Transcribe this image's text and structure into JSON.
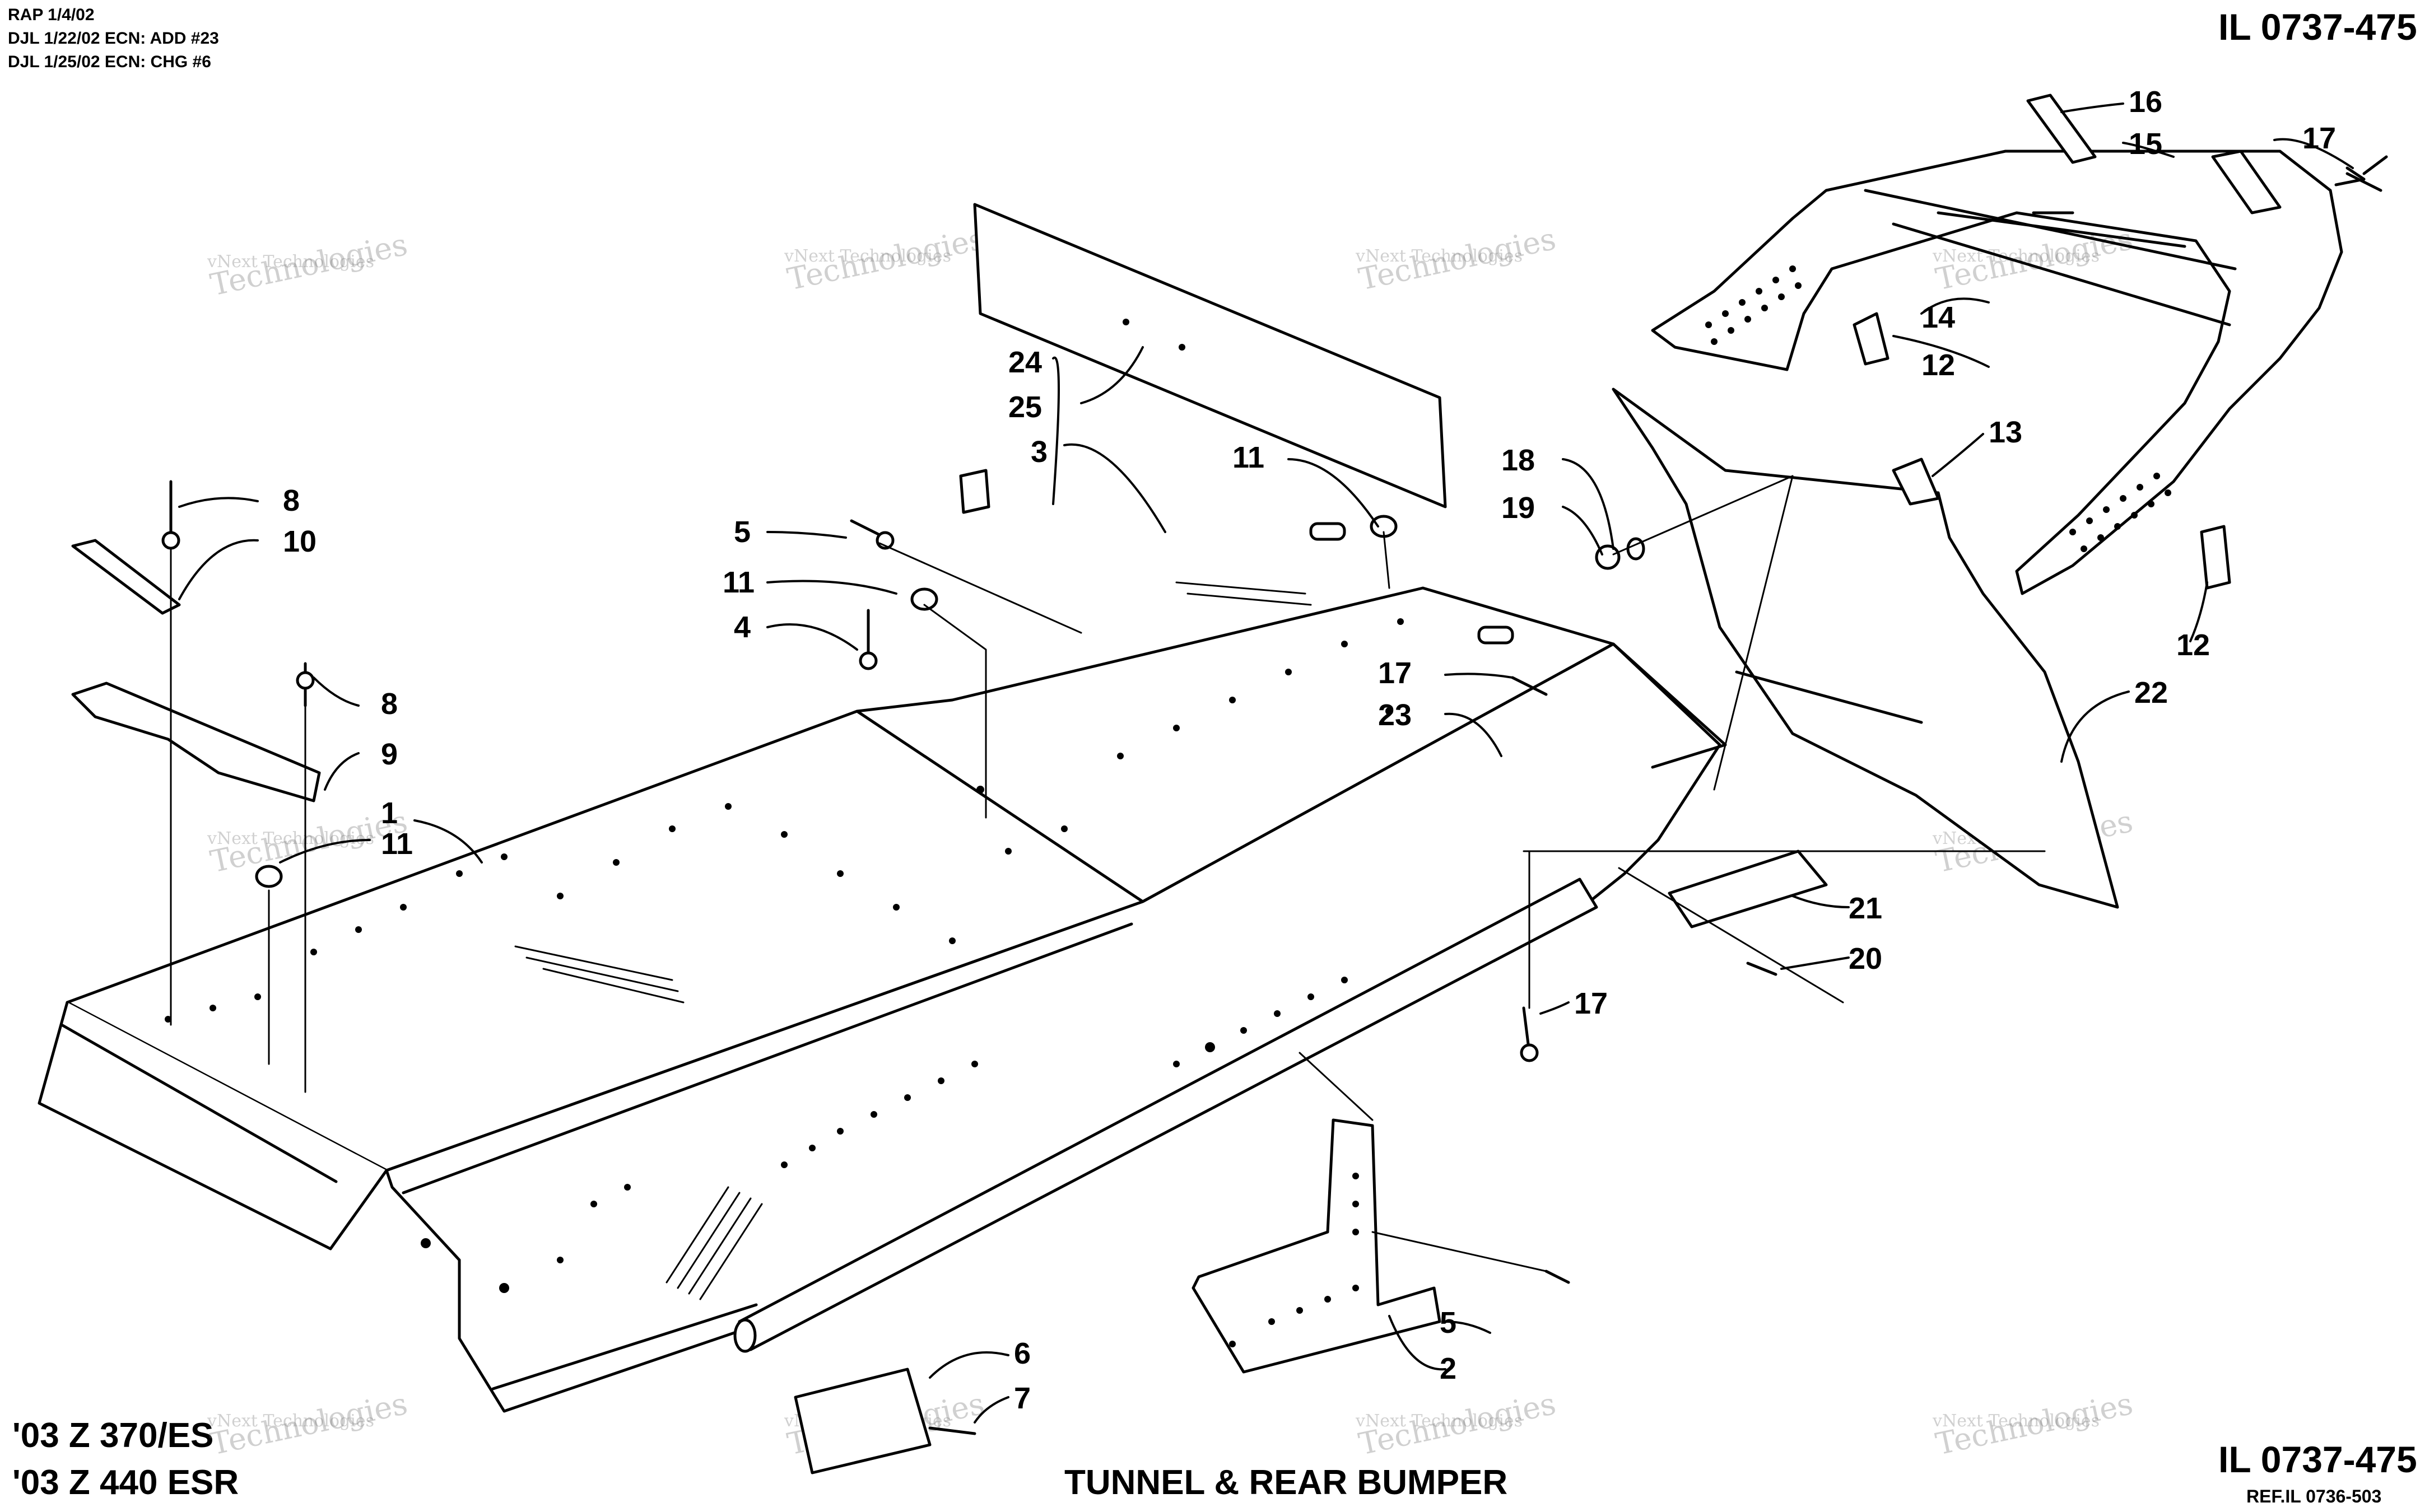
{
  "header": {
    "revisions": [
      "RAP 1/4/02",
      "DJL 1/22/02 ECN: ADD #23",
      "DJL 1/25/02 ECN: CHG #6"
    ],
    "il_number_top": "IL 0737-475"
  },
  "footer": {
    "models": [
      "'03 Z 370/ES",
      "'03 Z 440 ESR"
    ],
    "title": "TUNNEL & REAR BUMPER",
    "il_number_bottom": "IL 0737-475",
    "reference": "REF.IL 0736-503"
  },
  "watermark": {
    "line1": "vNext Technologies",
    "line2": "vNext",
    "line3": "Technologies"
  },
  "callouts": {
    "c1": "1",
    "c2": "2",
    "c3": "3",
    "c4": "4",
    "c5a": "5",
    "c5b": "5",
    "c6": "6",
    "c7": "7",
    "c8a": "8",
    "c8b": "8",
    "c9": "9",
    "c10": "10",
    "c11a": "11",
    "c11b": "11",
    "c11c": "11",
    "c12a": "12",
    "c12b": "12",
    "c13": "13",
    "c14": "14",
    "c15": "15",
    "c16": "16",
    "c17a": "17",
    "c17b": "17",
    "c17c": "17",
    "c18": "18",
    "c19": "19",
    "c20": "20",
    "c21": "21",
    "c22": "22",
    "c23": "23",
    "c24": "24",
    "c25": "25"
  }
}
